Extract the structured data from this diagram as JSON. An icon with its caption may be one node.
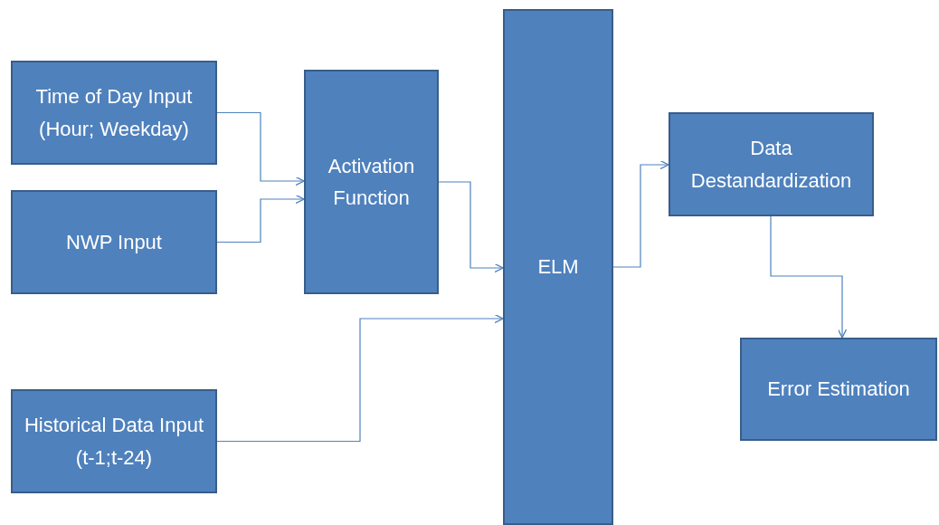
{
  "diagram": {
    "nodes": [
      {
        "text": [
          "Time of Day Input (Hour; Weekday)"
        ]
      },
      {
        "text": [
          "NWP Input"
        ]
      },
      {
        "text": [
          "Historical Data Input (t-1;t-24)"
        ]
      },
      {
        "text": [
          "Activation Function"
        ]
      },
      {
        "text": [
          "ELM"
        ]
      },
      {
        "text": [
          "Data Destandardization"
        ]
      },
      {
        "text": [
          "Error Estimation"
        ]
      }
    ],
    "edges": [
      {
        "from": 0,
        "to": 3,
        "arrow": "to"
      },
      {
        "from": 1,
        "to": 3,
        "arrow": "to"
      },
      {
        "from": 3,
        "to": 4,
        "arrow": "to"
      },
      {
        "from": 2,
        "to": 4,
        "arrow": "to"
      },
      {
        "from": 4,
        "to": 5,
        "arrow": "to"
      },
      {
        "from": 5,
        "to": 6,
        "arrow": "to"
      }
    ]
  }
}
